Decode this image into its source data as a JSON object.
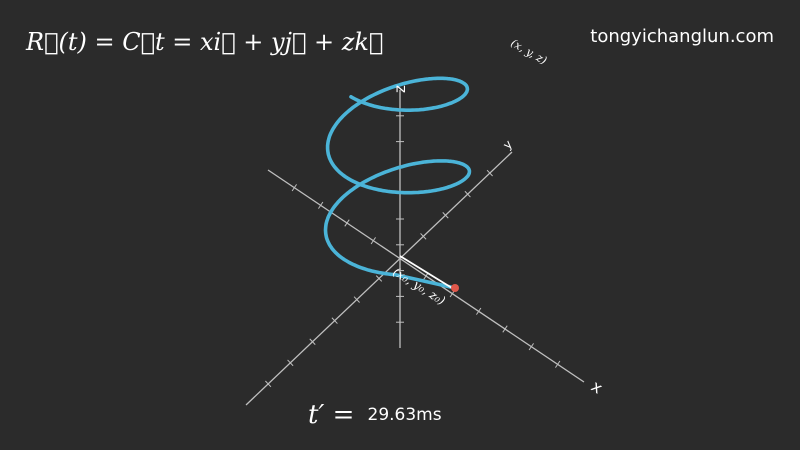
{
  "formula": "R⃗(t) = C⃗t = xi⃗ + yj⃗ + zk⃗",
  "watermark": "tongyichanglun.com",
  "axes": {
    "x_label": "x",
    "y_label": "y",
    "z_label": "z"
  },
  "points": {
    "start_label": "(x₀, y₀, z₀)",
    "end_label": "(x, y, z)"
  },
  "time": {
    "label": "t′ =",
    "value": "29.63ms"
  },
  "colors": {
    "background": "#2b2b2b",
    "curve": "#4bb4d8",
    "axis": "#bfbfbf",
    "point": "#e0584b",
    "vector": "#ffffff"
  }
}
